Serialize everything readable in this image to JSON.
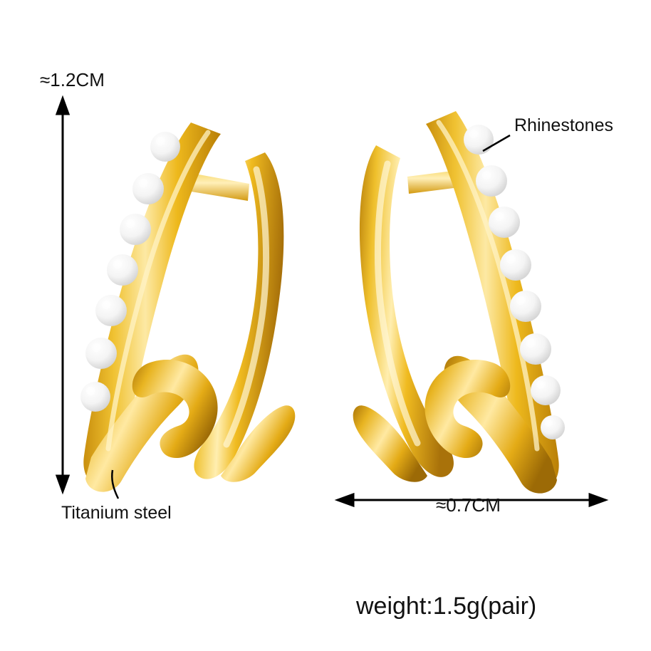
{
  "product": {
    "type": "earrings-photo",
    "background_color": "#ffffff",
    "metal_color": "#e8ae1f",
    "metal_highlight_color": "#fbe08a",
    "metal_shadow_color": "#b07d0c",
    "stone_color": "#fbfbfb",
    "stone_shadow_color": "#d8d8d8"
  },
  "annotations": {
    "height_label": "≈1.2CM",
    "width_label": "≈0.7CM",
    "rhinestones_label": "Rhinestones",
    "material_label": "Titanium steel",
    "weight_label": "weight:1.5g(pair)"
  },
  "items": [
    {
      "name": "left-earring",
      "stone_count": 7
    },
    {
      "name": "right-earring",
      "stone_count": 8
    }
  ]
}
